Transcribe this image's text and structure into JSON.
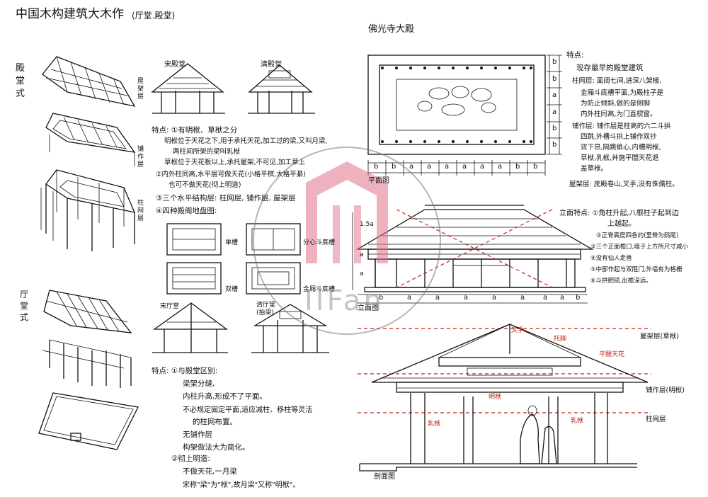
{
  "header": {
    "title": "中国木构建筑大木作",
    "subtitle": "(厅堂.殿堂)"
  },
  "left_column": {
    "diantang_label": "殿堂式",
    "diantang_layers": [
      "屋架层",
      "铺作层",
      "柱网层"
    ],
    "tingtang_label": "厅堂式"
  },
  "middle_column": {
    "section_a_left": "宋殿堂",
    "section_a_right": "清殿堂",
    "notes_a": [
      "特点: ①有明栿、草栿之分",
      "明栿位于天花之下,用于承托天花,加工过的梁,又叫月梁,",
      "两柱间所架的梁叫乳栿",
      "草栿位于天花板以上,承托屋架,不可见,加工草上",
      "②内外柱同高,水平层可做天花(小格平棋,大格平綦)",
      "也可不做天花(彻上明造)",
      "③三个水平结构层: 柱网层, 铺作层, 屋架层",
      "④四种殿阁地盘图:"
    ],
    "plans": [
      {
        "label": "单槽"
      },
      {
        "label": "分心斗底槽"
      },
      {
        "label": "双槽"
      },
      {
        "label": "金厢斗底槽"
      }
    ],
    "section_b_left": "宋厅堂",
    "section_b_right": "清厅堂(抬梁)",
    "notes_b": [
      "特点: ①与殿堂区别:",
      "梁架分缝,",
      "内柱升高,形成不了平面。",
      "不必规定固定平面,适应减柱、移柱等灵活",
      "的柱网布置。",
      "无铺作层",
      "构架做法大为简化。",
      "②彻上明造:",
      "不做天花,一月梁",
      "宋称\"梁\"为\"栿\",故月梁\"又称\"明栿\"。"
    ]
  },
  "right_column": {
    "temple_title": "佛光寺大殿",
    "plan_label": "平面图",
    "plan_bays_bottom": [
      "b",
      "b",
      "a",
      "a",
      "a",
      "a",
      "a",
      "a",
      "b",
      "b"
    ],
    "plan_bays_side": [
      "b",
      "b",
      "a",
      "a",
      "b",
      "b"
    ],
    "elevation_label": "立面图",
    "elevation_bays": [
      "b",
      "a",
      "a",
      "a",
      "a",
      "a",
      "a",
      "a",
      "b"
    ],
    "elevation_side_marks": [
      "a",
      "a",
      "1.5a"
    ],
    "notes": [
      "特点:",
      "现存最早的殿堂建筑",
      "柱网层: 面阔七间,进深八架椽,",
      "金厢斗底槽平面,为殿柱子是",
      "为防止倾斜,做的是侧脚",
      "内外柱同高,为门直棂窗。",
      "铺作层: 铺作层是柱高的六二斗拱",
      "四跳,外槽斗拱上铺作双抄",
      "双下昂,隔跳偷心,内槽明栿,",
      "草栿,乳栿,并施平闇天花遮",
      "盖草栿。",
      "屋架层: 庑殿卷山,叉手,没有侏儒柱。"
    ],
    "elevation_notes": [
      "立面特点: ①角柱升起,八根柱子起到边",
      "上越起。",
      "②正脊高度四各约(里脊为鸱尾)",
      "③三个正面檐口,墙子上方所尺寸减小",
      "④没有仙人走兽",
      "⑤中部作起与双阻门,外墙有为格栅",
      "⑥斗拱肥硕,出檐深远。"
    ],
    "section_labels": {
      "chashou": "叉手",
      "tuofu": "托脚",
      "pingqi": "平闇天花",
      "mingfu": "明栿",
      "rufu_left": "乳栿",
      "rufu_right": "乳栿",
      "roof_layer": "屋架层(草栿)",
      "puzuo_layer": "铺作层(明栿)",
      "column_layer": "柱网层"
    },
    "section_label": "剖面图"
  },
  "watermark": {
    "text": "IIFan"
  }
}
